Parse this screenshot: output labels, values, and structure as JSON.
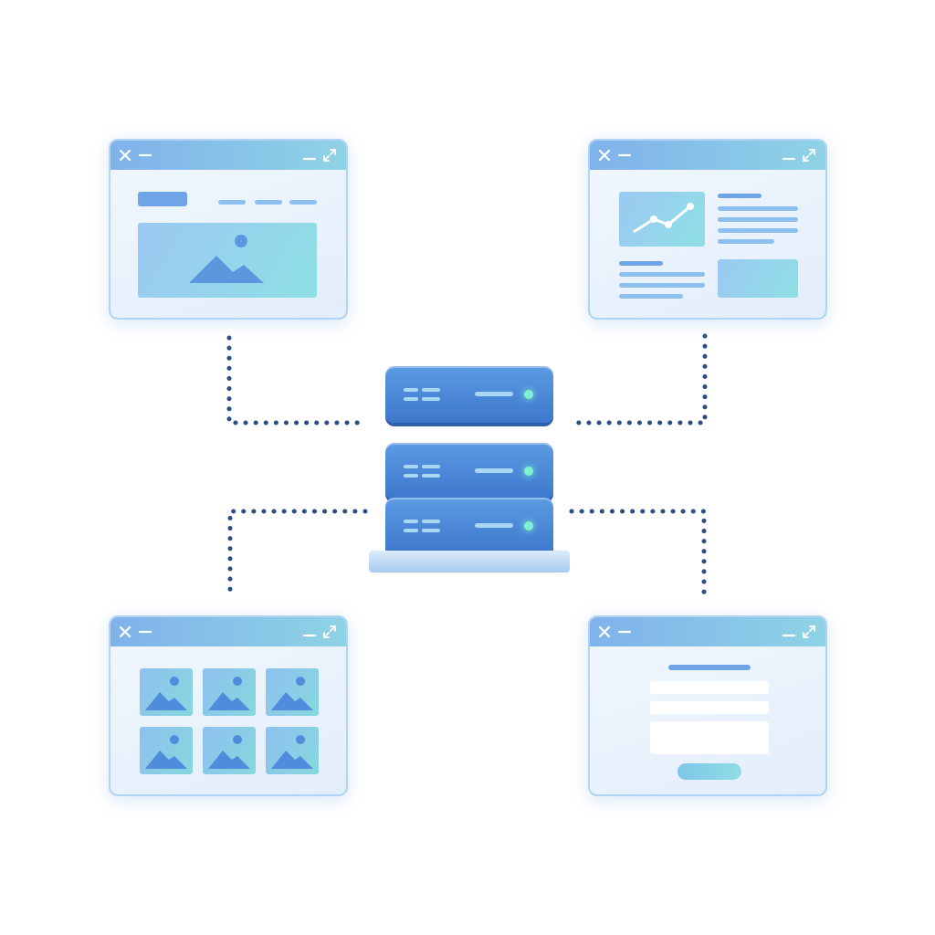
{
  "diagram": {
    "hub": "server-stack",
    "windows": [
      {
        "position": "top-left",
        "content": "image-banner"
      },
      {
        "position": "top-right",
        "content": "chart-dashboard"
      },
      {
        "position": "bottom-left",
        "content": "image-gallery"
      },
      {
        "position": "bottom-right",
        "content": "form"
      }
    ],
    "connector_style": "dotted",
    "colors": {
      "accent": "#4a86d8",
      "connector": "#2b4f85",
      "titlebar": "#85b8ea",
      "led": "#7df2cf",
      "window_bg": "#eaf3fc"
    },
    "icons": [
      "close-icon",
      "minimize-icon",
      "maximize-icon",
      "image-icon",
      "line-chart-icon",
      "server-icon"
    ]
  }
}
